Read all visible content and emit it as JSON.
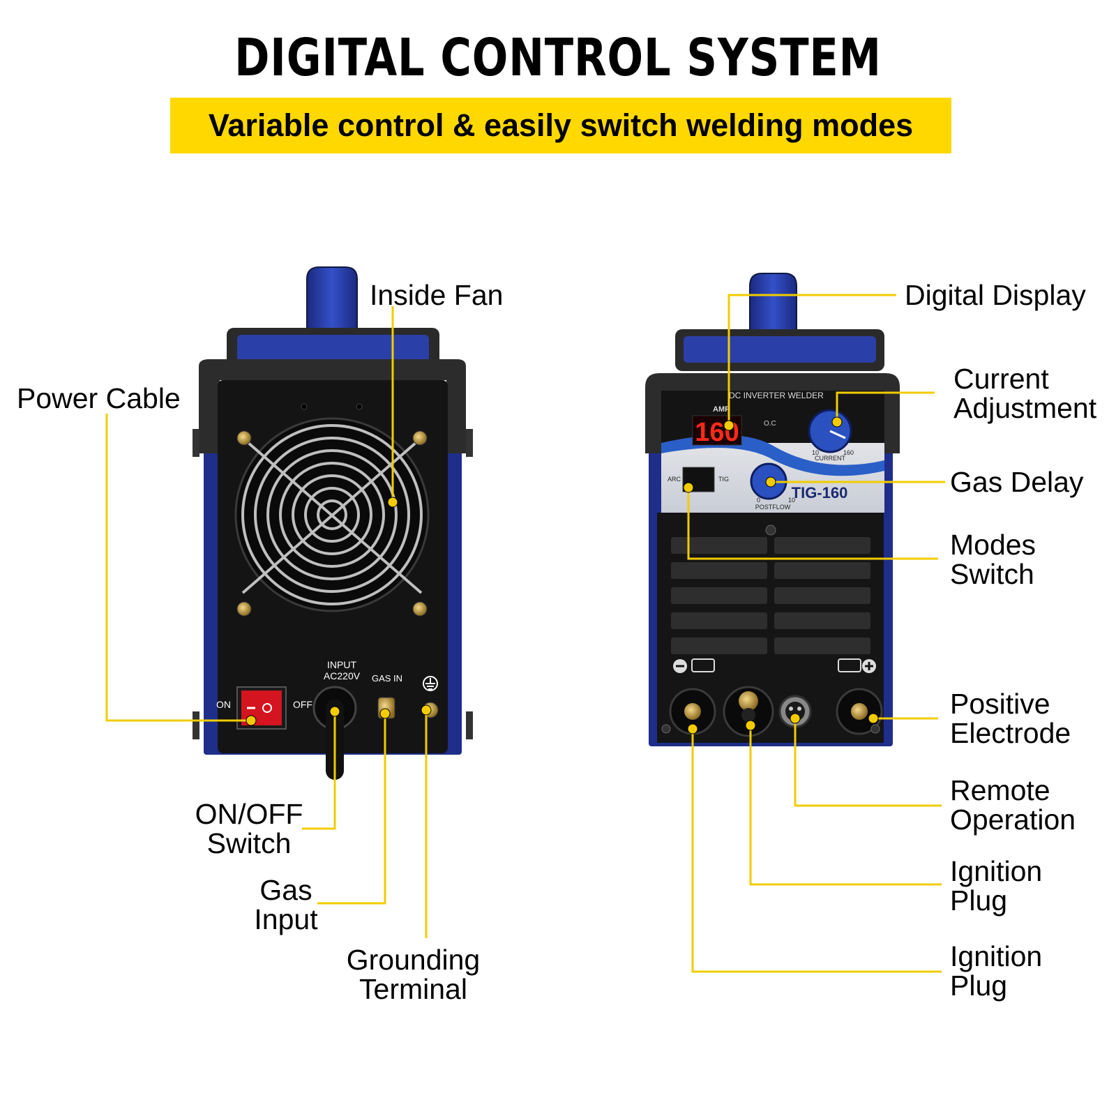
{
  "header": {
    "title": "DIGITAL CONTROL SYSTEM",
    "subtitle": "Variable control & easily switch welding modes"
  },
  "colors": {
    "accent_yellow": "#FFD800",
    "leader_line": "#F2CC00",
    "machine_blue": "#2B3FA8",
    "panel_black": "#141414",
    "switch_red": "#D4141E",
    "display_red": "#FF2A1A"
  },
  "rear_view": {
    "callouts": {
      "inside_fan": "Inside Fan",
      "power_cable": "Power Cable",
      "on_off_switch": [
        "ON/OFF",
        "Switch"
      ],
      "gas_input": [
        "Gas",
        "Input"
      ],
      "grounding_terminal": [
        "Grounding",
        "Terminal"
      ]
    },
    "panel_text": {
      "on": "ON",
      "off": "OFF",
      "input": "INPUT",
      "voltage": "AC220V",
      "gas_in": "GAS IN"
    }
  },
  "front_view": {
    "callouts": {
      "digital_display": "Digital Display",
      "current_adjustment": [
        "Current",
        "Adjustment"
      ],
      "gas_delay": "Gas Delay",
      "modes_switch": [
        "Modes",
        "Switch"
      ],
      "positive_electrode": [
        "Positive",
        "Electrode"
      ],
      "remote_operation": [
        "Remote",
        "Operation"
      ],
      "ignition_plug_1": [
        "Ignition",
        "Plug"
      ],
      "ignition_plug_2": [
        "Ignition",
        "Plug"
      ]
    },
    "panel_text": {
      "brand_line": "DC INVERTER WELDER",
      "amp": "AMP",
      "display_value": "160",
      "oc": "O.C",
      "current_min": "10",
      "current_max": "160",
      "current": "CURRENT",
      "arc": "ARC",
      "tig": "TIG",
      "model": "TIG-160",
      "postflow_min": "0",
      "postflow_max": "10",
      "postflow": "POSTFLOW"
    }
  }
}
